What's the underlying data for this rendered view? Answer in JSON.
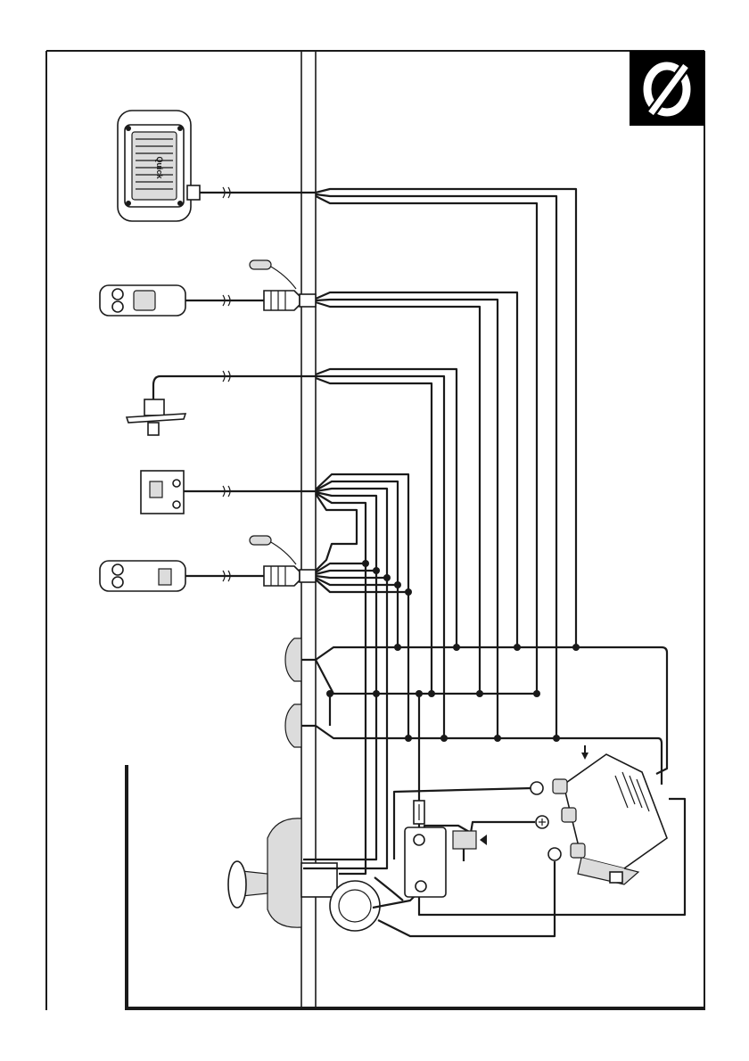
{
  "brand": {
    "logo_color": "#000000",
    "logo_text": "Quick"
  },
  "devices": {
    "control_unit": {
      "label": "Quick"
    },
    "remote_1": {
      "icon": "two-button-remote"
    },
    "footswitch": {
      "icon": "foot-switch"
    },
    "chain_counter": {
      "icon": "chain-counter-display"
    },
    "remote_2": {
      "icon": "remote-with-display"
    },
    "deck_buttons": {
      "icon": "deck-pushbuttons"
    },
    "windlass": {
      "icon": "windlass-motor"
    },
    "control_box": {
      "icon": "solenoid-control-box"
    },
    "fuse": {
      "icon": "fuse"
    },
    "breaker": {
      "icon": "circuit-breaker"
    }
  },
  "colors": {
    "line": "#1a1a1a",
    "background": "#ffffff"
  }
}
